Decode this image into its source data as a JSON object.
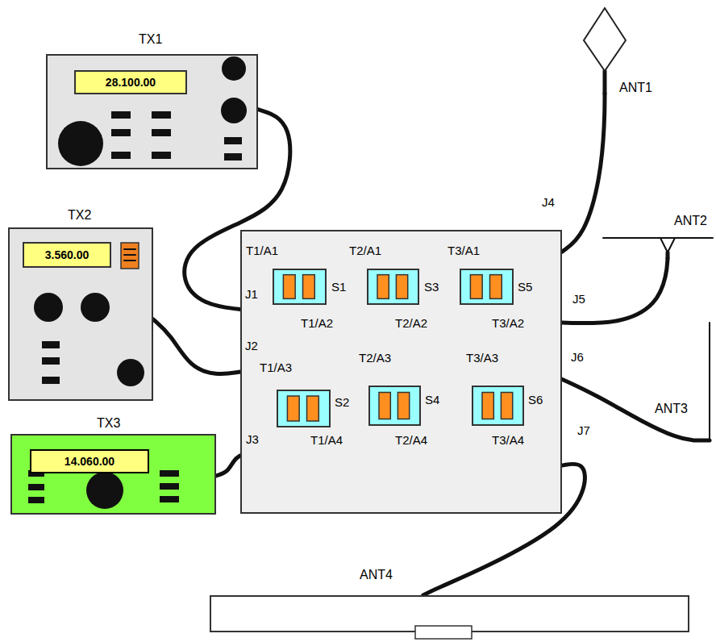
{
  "diagram": {
    "nodes": [
      {
        "text": [
          "TX1"
        ]
      },
      {
        "text": [
          "28.100.00"
        ],
        "in": 0
      },
      {
        "text": [
          "TX2"
        ]
      },
      {
        "text": [
          "3.560.00"
        ],
        "in": 2
      },
      {
        "text": [
          "TX3"
        ]
      },
      {
        "text": [
          "14.060.00"
        ],
        "in": 4
      },
      {
        "text": [
          "J1",
          "J2",
          "J3",
          "J4",
          "J5",
          "J6",
          "J7"
        ]
      },
      {
        "text": [
          "T1/A1",
          "S1",
          "T1/A2"
        ],
        "in": 6
      },
      {
        "text": [
          "T2/A1",
          "S3",
          "T2/A2"
        ],
        "in": 6
      },
      {
        "text": [
          "T3/A1",
          "S5",
          "T3/A2"
        ],
        "in": 6
      },
      {
        "text": [
          "T1/A3",
          "S2",
          "T1/A4"
        ],
        "in": 6
      },
      {
        "text": [
          "T2/A3",
          "S4",
          "T2/A4"
        ],
        "in": 6
      },
      {
        "text": [
          "T3/A3",
          "S6",
          "T3/A4"
        ],
        "in": 6
      },
      {
        "text": [
          "ANT1"
        ]
      },
      {
        "text": [
          "ANT2"
        ]
      },
      {
        "text": [
          "ANT3"
        ]
      },
      {
        "text": [
          "ANT4"
        ]
      }
    ],
    "edges": [
      {
        "from": 0,
        "to": 6,
        "arrow": "none"
      },
      {
        "from": 2,
        "to": 6,
        "arrow": "none"
      },
      {
        "from": 4,
        "to": 6,
        "arrow": "none"
      },
      {
        "from": 6,
        "to": 13,
        "arrow": "none"
      },
      {
        "from": 6,
        "to": 14,
        "arrow": "none"
      },
      {
        "from": 6,
        "to": 15,
        "arrow": "none"
      },
      {
        "from": 6,
        "to": 16,
        "arrow": "none"
      }
    ]
  }
}
